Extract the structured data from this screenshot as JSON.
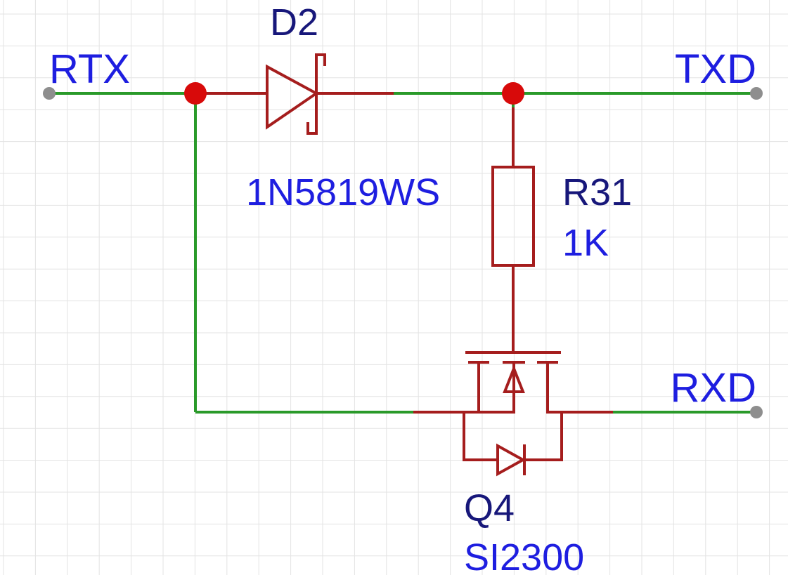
{
  "nets": {
    "rtx": "RTX",
    "txd": "TXD",
    "rxd": "RXD"
  },
  "components": {
    "diode": {
      "designator": "D2",
      "value": "1N5819WS"
    },
    "resistor": {
      "designator": "R31",
      "value": "1K"
    },
    "mosfet": {
      "designator": "Q4",
      "value": "SI2300"
    }
  },
  "colors": {
    "wire": "#2a9a2a",
    "component": "#a51d1d",
    "junction": "#d80a0a",
    "net_label": "#1e1ee0",
    "designator": "#17177a",
    "grid": "#e3e3e3",
    "pin_end": "#8e8e8e"
  }
}
